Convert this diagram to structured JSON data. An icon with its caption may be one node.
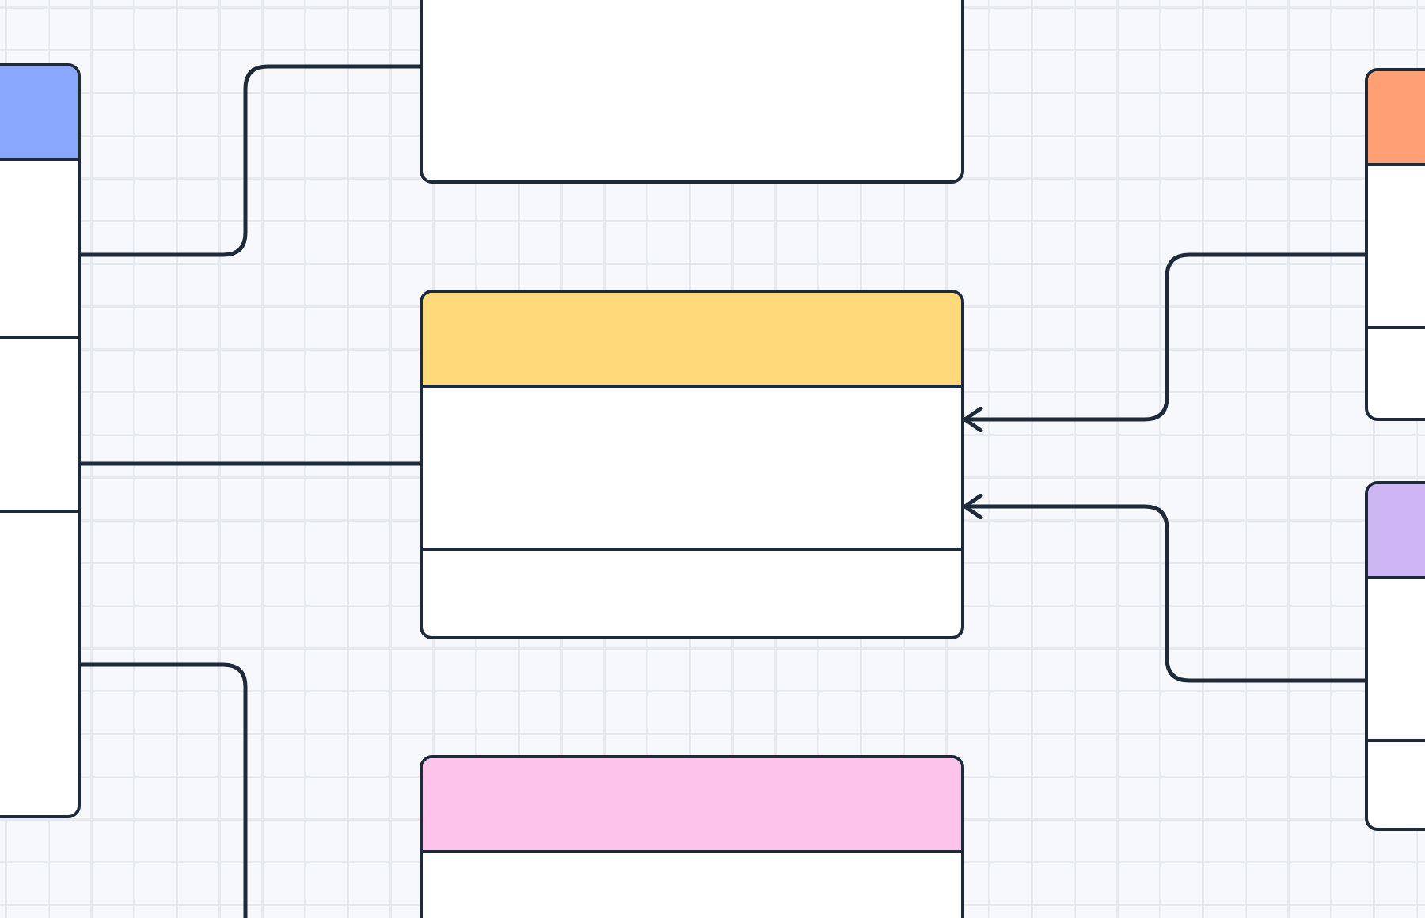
{
  "diagram": {
    "nodes": [
      {
        "text": [],
        "shape": "box"
      },
      {
        "text": [],
        "shape": "box"
      },
      {
        "text": [],
        "shape": "box"
      },
      {
        "text": [],
        "shape": "box"
      },
      {
        "text": [],
        "shape": "box"
      },
      {
        "text": [],
        "shape": "box"
      }
    ],
    "edges": [
      {
        "from": 0,
        "to": 1,
        "arrow": "none"
      },
      {
        "from": 0,
        "to": 2,
        "arrow": "none"
      },
      {
        "from": 0,
        "to": 3,
        "arrow": "none"
      },
      {
        "from": 4,
        "to": 2,
        "arrow": "to"
      },
      {
        "from": 5,
        "to": 2,
        "arrow": "to"
      }
    ]
  }
}
